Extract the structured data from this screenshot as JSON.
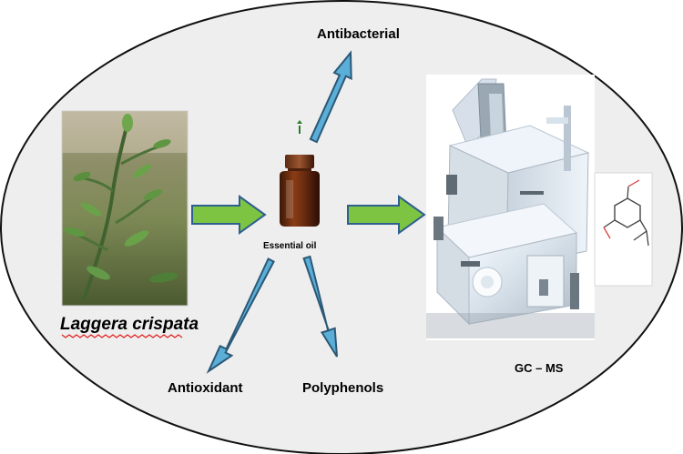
{
  "diagram": {
    "plant_caption": "Laggera crispata",
    "bottle_label": "Essential oil",
    "instrument_label": "GC – MS",
    "outputs": {
      "top": "Antibacterial",
      "bottom_left": "Antioxidant",
      "bottom_middle": "Polyphenols"
    },
    "colors": {
      "background_ellipse": "#eeeeee",
      "ellipse_border": "#111111",
      "flow_arrow_fill": "#7ec443",
      "flow_arrow_edge": "#2f5f8f",
      "activity_arrow_fill": "#5aaed7",
      "activity_arrow_edge": "#2b5876",
      "bottle_glass": "#6b2d11"
    },
    "icons": {
      "plant": "leafy-plant-photo-icon",
      "bottle": "amber-bottle-icon",
      "instrument": "gc-ms-instrument-icon",
      "structure": "chemical-structure-icon"
    }
  }
}
